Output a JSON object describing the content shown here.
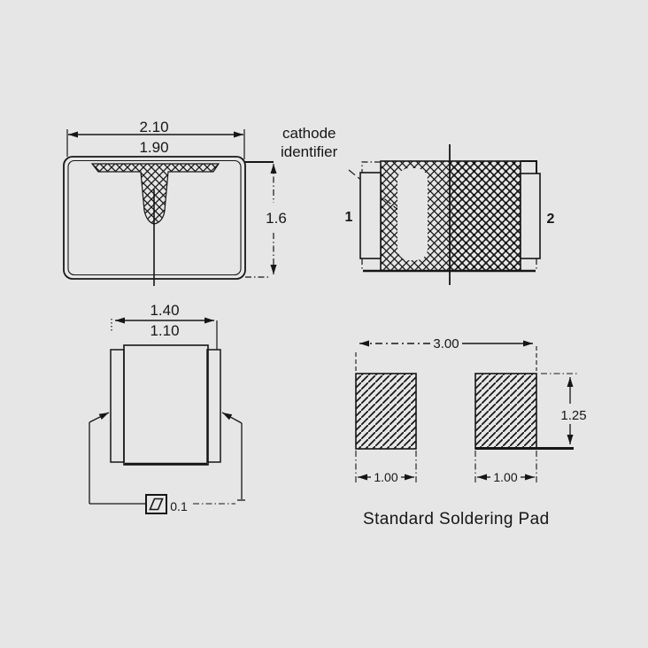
{
  "colors": {
    "background": "#e6e6e6",
    "ink": "#161616"
  },
  "front_view": {
    "width_max": "2.10",
    "width_min": "1.90",
    "height": "1.6"
  },
  "top_view": {
    "annotation_line1": "cathode",
    "annotation_line2": "identifier",
    "pin_left": "1",
    "pin_right": "2"
  },
  "side_view": {
    "width_max": "1.40",
    "width_min": "1.10",
    "flatness_tolerance": "0.1"
  },
  "pad_layout": {
    "overall_width": "3.00",
    "pad_height": "1.25",
    "pad1_width": "1.00",
    "pad2_width": "1.00",
    "caption": "Standard Soldering Pad"
  }
}
